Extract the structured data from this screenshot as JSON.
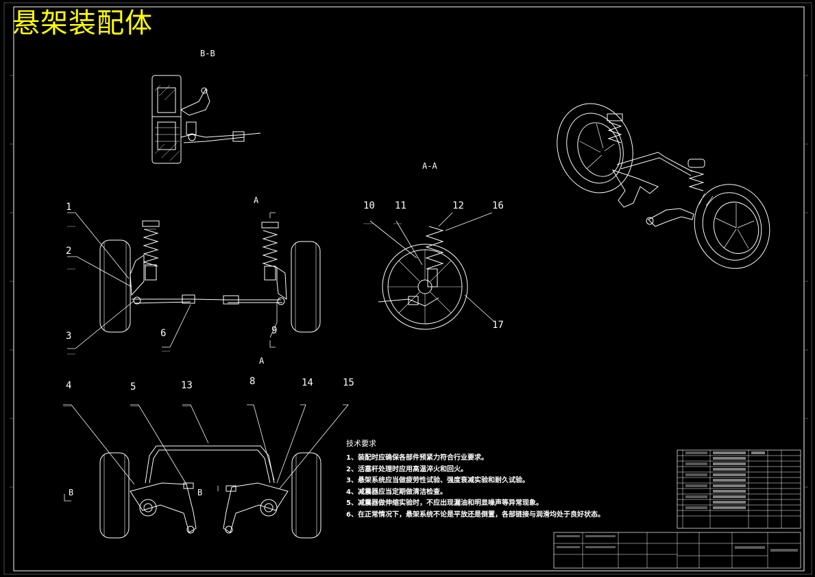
{
  "drawing": {
    "title": "悬架装配体"
  },
  "views": {
    "bb_label": "B-B",
    "aa_label": "A-A",
    "front_marker_top": "A",
    "front_marker_bottom": "A",
    "bottom_marker_left": "B",
    "bottom_marker_right": "B"
  },
  "balloons": {
    "front": [
      "1",
      "2",
      "3",
      "6",
      "9"
    ],
    "section": [
      "10",
      "11",
      "12",
      "16",
      "17"
    ],
    "bottom": [
      "4",
      "5",
      "13",
      "8",
      "14",
      "15"
    ]
  },
  "tech_requirements": {
    "heading": "技术要求",
    "lines": [
      "1、装配时应确保各部件预紧力符合行业要求。",
      "2、活塞杆处理时应用高温淬火和回火。",
      "3、悬架系统应当做疲劳性试验、强度衰减实验和耐久试验。",
      "4、减震器应当定期做清洁检查。",
      "5、减震器做伸缩实验时，不应出现漏油和明显噪声等异常现象。",
      "6、在正常情况下，悬架系统不论是平放还是倒置，各部链接与润滑均处于良好状态。"
    ]
  },
  "colors": {
    "background": "#000000",
    "lines": "#ffffff",
    "title": "#ffff00"
  }
}
